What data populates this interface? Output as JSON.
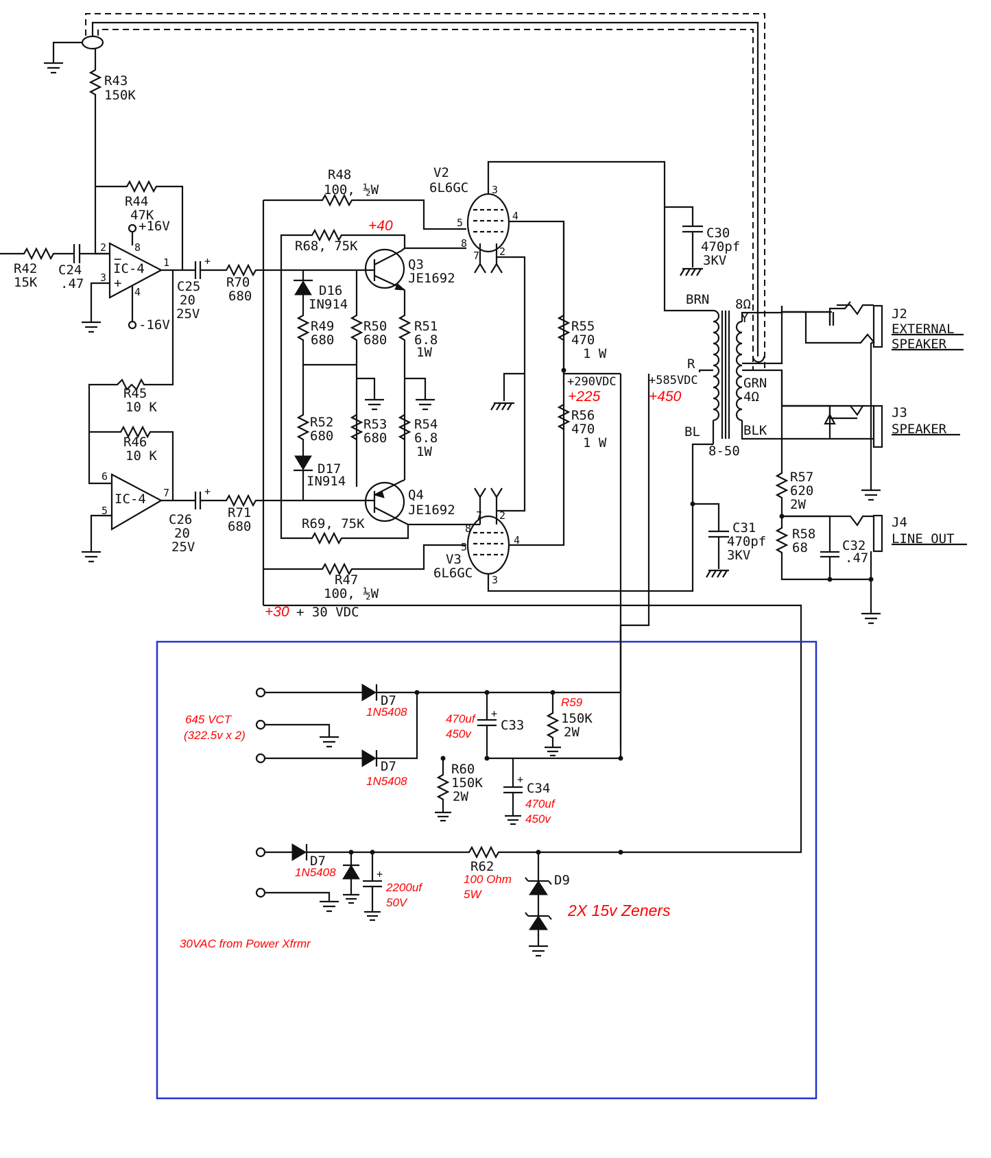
{
  "labels": {
    "r42": "R42",
    "r42v": "15K",
    "c24": "C24",
    "c24v": ".47",
    "r43": "R43",
    "r43v": "150K",
    "r44": "R44",
    "r44v": "47K",
    "p16": "+16V",
    "m16": "-16V",
    "ic4a": "IC-4",
    "ic4b": "IC-4",
    "pin2": "2",
    "pin3": "3",
    "pin8": "8",
    "pin4": "4",
    "pin1": "1",
    "pin6": "6",
    "pin5": "5",
    "pin7": "7",
    "c25": "C25",
    "c25a": "20",
    "c25b": "25V",
    "r70": "R70",
    "r70v": "680",
    "r45": "R45",
    "r45v": "10 K",
    "r46": "R46",
    "r46v": "10 K",
    "c26": "C26",
    "c26a": "20",
    "c26b": "25V",
    "r71": "R71",
    "r71v": "680",
    "r48": "R48",
    "r48v": "100, ½W",
    "r68": "R68, 75K",
    "d16": "D16",
    "d16v": "IN914",
    "r49": "R49",
    "r49v": "680",
    "r50": "R50",
    "r50v": "680",
    "r51": "R51",
    "r51v": "6.8",
    "r51w": "1W",
    "r52": "R52",
    "r52v": "680",
    "r53": "R53",
    "r53v": "680",
    "r54": "R54",
    "r54v": "6.8",
    "r54w": "1W",
    "d17": "D17",
    "d17v": "IN914",
    "q3": "Q3",
    "q3v": "JE1692",
    "q4": "Q4",
    "q4v": "JE1692",
    "r69": "R69, 75K",
    "r47": "R47",
    "r47v": "100, ½W",
    "v2": "V2",
    "v2v": "6L6GC",
    "v3": "V3",
    "v3v": "6L6GC",
    "vp3": "3",
    "vp4": "4",
    "vp5": "5",
    "vp8": "8",
    "vp7": "7",
    "vp2": "2",
    "r55": "R55",
    "r55v": "470",
    "r55w": "1 W",
    "v290": "+290VDC",
    "r56": "R56",
    "r56v": "470",
    "r56w": "1 W",
    "v585": "+585VDC",
    "c30": "C30",
    "c30v": "470pf",
    "c30w": "3KV",
    "c31": "C31",
    "c31v": "470pf",
    "c31w": "3KV",
    "brn": "BRN",
    "r": "R",
    "bl": "BL",
    "b8": "8Ω",
    "y": "Y",
    "grn": "GRN",
    "g4": "4Ω",
    "blk": "BLK",
    "t850": "8-50",
    "j2": "J2",
    "j2a": "EXTERNAL",
    "j2b": "SPEAKER",
    "j3": "J3",
    "j3a": "SPEAKER",
    "j4": "J4",
    "j4a": "LINE OUT",
    "r57": "R57",
    "r57v": "620",
    "r57w": "2W",
    "r58": "R58",
    "r58v": "68",
    "c32": "C32",
    "c32v": ".47",
    "v30": "+ 30 VDC",
    "d7a": "D7",
    "d7b": "D7",
    "d7c": "D7",
    "r59": "R59",
    "r59v": "150K",
    "r59w": "2W",
    "c33": "C33",
    "r60": "R60",
    "r60v": "150K",
    "r60w": "2W",
    "c34": "C34",
    "r62": "R62",
    "d9": "D9"
  },
  "annotations": {
    "plus40": "+40",
    "plus225": "+225",
    "plus450": "+450",
    "plus30": "+30",
    "vct": "645 VCT",
    "vct2": "(322.5v x 2)",
    "d7a_part": "1N5408",
    "d7b_part": "1N5408",
    "d7c_part": "1N5408",
    "c33_val": "470uf",
    "c33_volt": "450v",
    "c34_val": "470uf",
    "c34_volt": "450v",
    "cap2200": "2200uf",
    "cap2200v": "50V",
    "r62_val": "100 Ohm",
    "r62_w": "5W",
    "zeners": "2X 15v Zeners",
    "ac30": "30VAC from Power Xfrmr"
  },
  "colors": {
    "wire": "#111111",
    "annotation": "#ff0000",
    "box": "#2233cc"
  }
}
